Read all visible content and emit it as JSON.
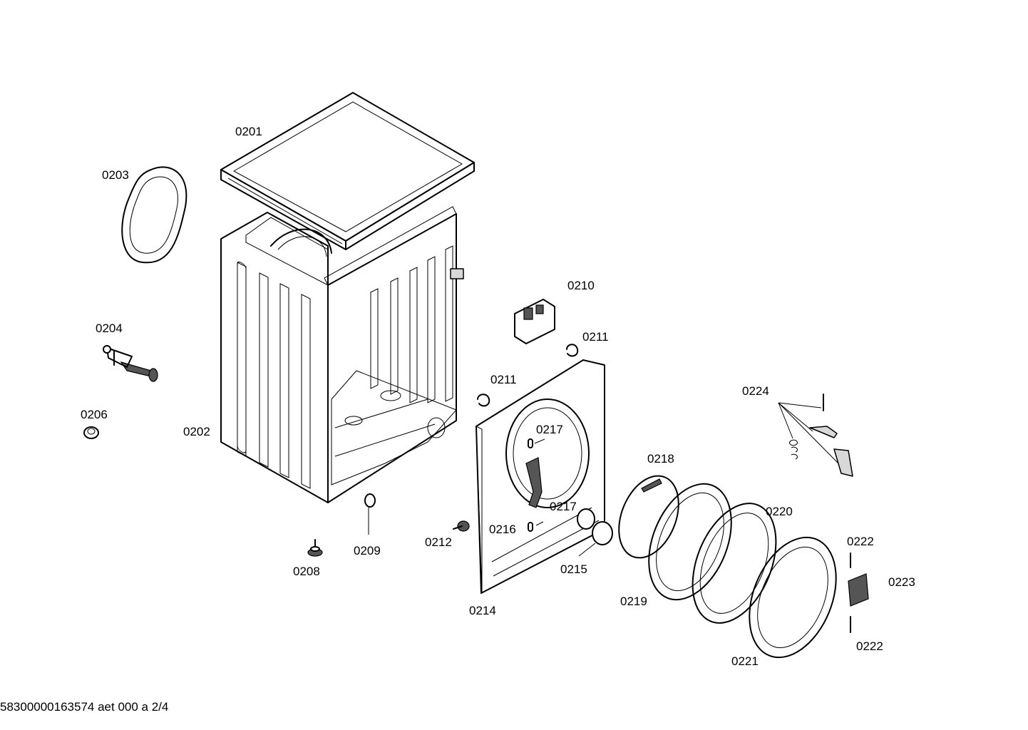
{
  "labels": [
    {
      "id": "0201",
      "text": "0201"
    },
    {
      "id": "0202",
      "text": "0202"
    },
    {
      "id": "0203",
      "text": "0203"
    },
    {
      "id": "0204",
      "text": "0204"
    },
    {
      "id": "0206",
      "text": "0206"
    },
    {
      "id": "0208",
      "text": "0208"
    },
    {
      "id": "0209",
      "text": "0209"
    },
    {
      "id": "0210",
      "text": "0210"
    },
    {
      "id": "0211a",
      "text": "0211"
    },
    {
      "id": "0211b",
      "text": "0211"
    },
    {
      "id": "0212",
      "text": "0212"
    },
    {
      "id": "0214",
      "text": "0214"
    },
    {
      "id": "0215",
      "text": "0215"
    },
    {
      "id": "0216",
      "text": "0216"
    },
    {
      "id": "0217a",
      "text": "0217"
    },
    {
      "id": "0217b",
      "text": "0217"
    },
    {
      "id": "0218",
      "text": "0218"
    },
    {
      "id": "0219",
      "text": "0219"
    },
    {
      "id": "0220",
      "text": "0220"
    },
    {
      "id": "0221",
      "text": "0221"
    },
    {
      "id": "0222a",
      "text": "0222"
    },
    {
      "id": "0222b",
      "text": "0222"
    },
    {
      "id": "0223",
      "text": "0223"
    },
    {
      "id": "0224",
      "text": "0224"
    }
  ],
  "footer": {
    "code": "58300000163574 aet 000 a 2/4"
  }
}
